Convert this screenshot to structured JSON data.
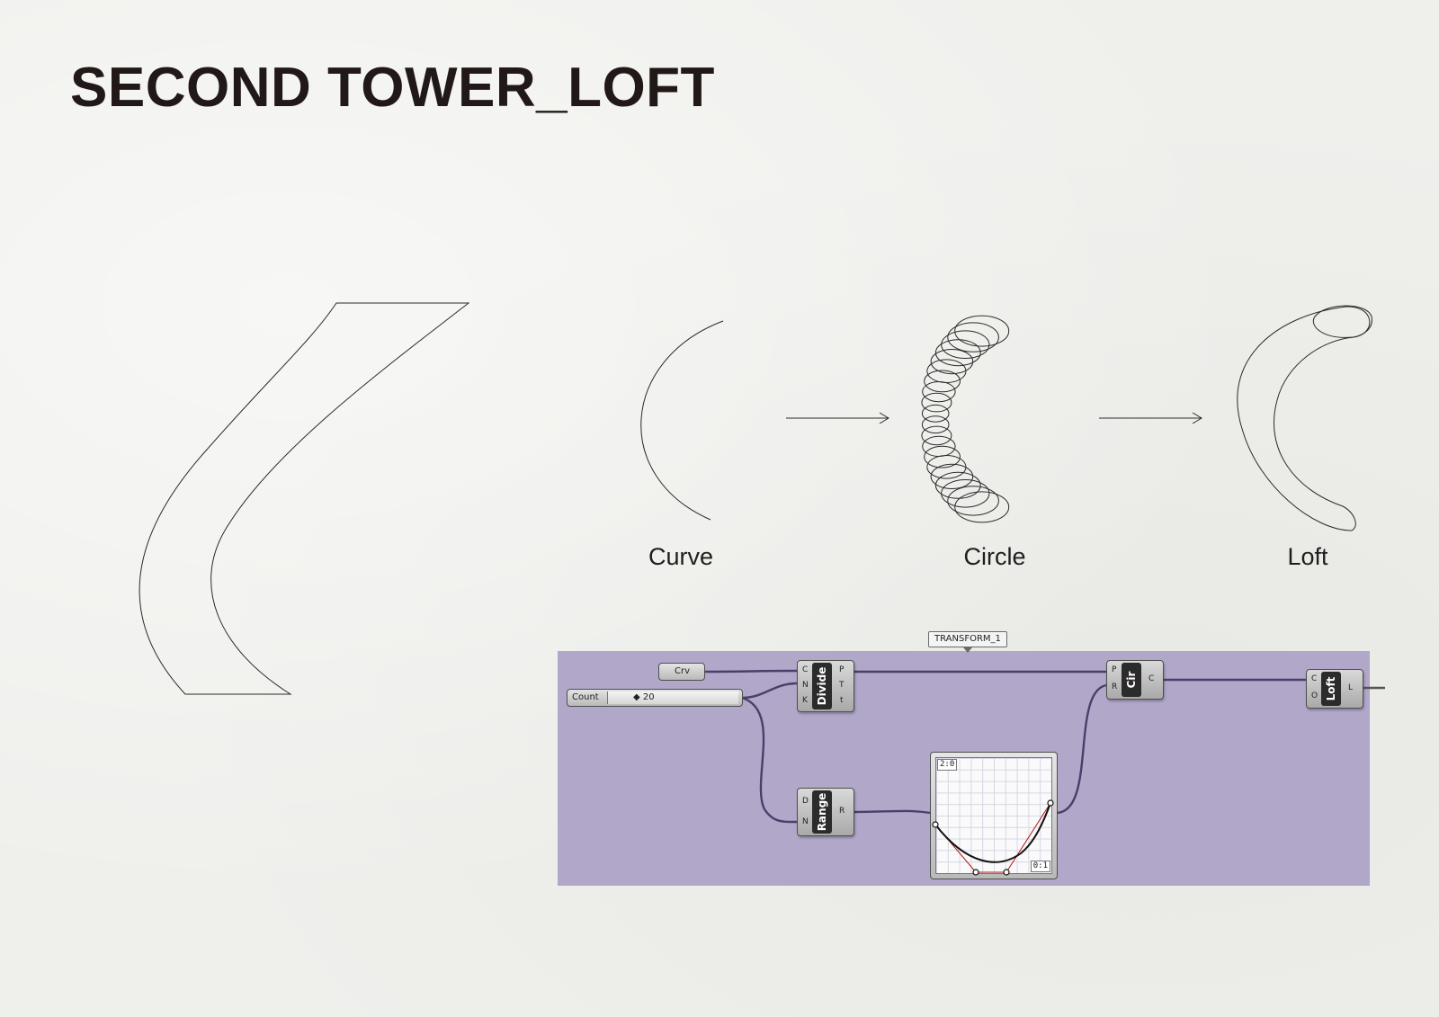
{
  "page": {
    "title": "SECOND TOWER_LOFT"
  },
  "steps": [
    {
      "label": "Curve"
    },
    {
      "label": "Circle"
    },
    {
      "label": "Loft"
    }
  ],
  "grasshopper": {
    "group_label": "TRANSFORM_1",
    "curve_param": "Crv",
    "count_slider": {
      "label": "Count",
      "value": "◆ 20"
    },
    "divide": {
      "name": "Divide",
      "inputs": [
        "C",
        "N",
        "K"
      ],
      "outputs": [
        "P",
        "T",
        "t"
      ]
    },
    "range": {
      "name": "Range",
      "inputs": [
        "D",
        "N"
      ],
      "outputs": [
        "R"
      ]
    },
    "circle": {
      "name": "Cir",
      "inputs": [
        "P",
        "R"
      ],
      "outputs": [
        "C"
      ]
    },
    "loft": {
      "name": "Loft",
      "inputs": [
        "C",
        "O"
      ],
      "outputs": [
        "L"
      ]
    },
    "graph_mapper": {
      "top_tag": "2:0",
      "bottom_tag": "0:1"
    },
    "canvas_color": "#b1a7c9"
  }
}
